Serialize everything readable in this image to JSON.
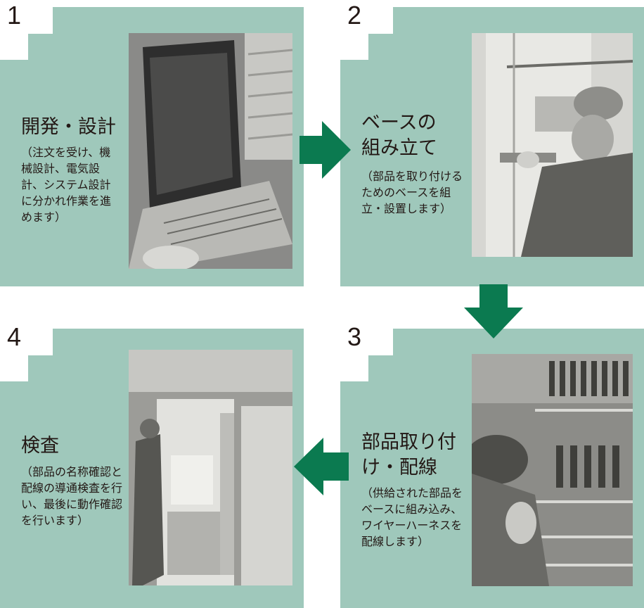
{
  "steps": [
    {
      "number": "1",
      "title": "開発・設計",
      "description": "（注文を受け、機械設計、電気設計、システム設計に分かれ作業を進めます）",
      "photo_subject": "laptop-design-workstation"
    },
    {
      "number": "2",
      "title": "ベースの組み立て",
      "description": "（部品を取り付けるためのベースを組立・設置します）",
      "photo_subject": "worker-assembling-base"
    },
    {
      "number": "3",
      "title": "部品取り付け・配線",
      "description": "（供給された部品をベースに組み込み、ワイヤーハーネスを配線します）",
      "photo_subject": "wiring-control-panel"
    },
    {
      "number": "4",
      "title": "検査",
      "description": "（部品の名称確認と配線の導通検査を行い、最後に動作確認を行います）",
      "photo_subject": "inspection-of-cabinet"
    }
  ],
  "colors": {
    "panel": "#9fc8bb",
    "arrow": "#0b7a50",
    "text": "#231815"
  },
  "icons": [
    "arrow-right-icon",
    "arrow-down-icon",
    "arrow-left-icon"
  ]
}
